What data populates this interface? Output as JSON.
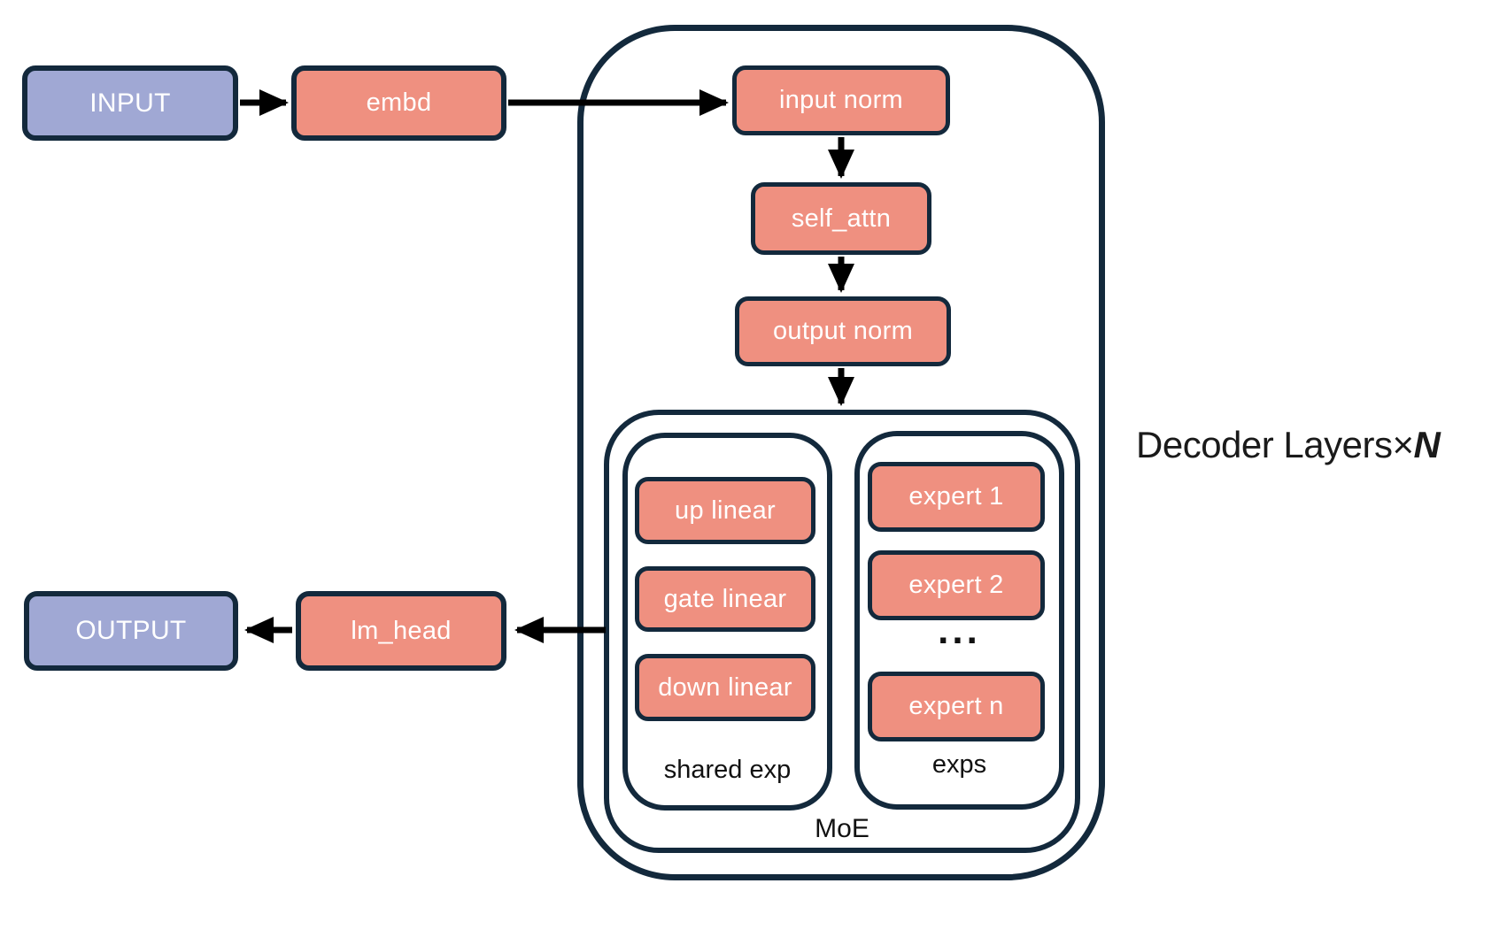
{
  "colors": {
    "background": "#ffffff",
    "io_box_fill": "#a0a8d4",
    "module_box_fill": "#ef9080",
    "outline": "#13293c",
    "arrow": "#000000",
    "box_text": "#ffffff",
    "label_text": "#111111"
  },
  "nodes": {
    "input": "INPUT",
    "embd": "embd",
    "input_norm": "input norm",
    "self_attn": "self_attn",
    "output_norm": "output norm",
    "up_linear": "up linear",
    "gate_linear": "gate linear",
    "down_linear": "down linear",
    "expert_1": "expert 1",
    "expert_2": "expert 2",
    "expert_ellipsis": "...",
    "expert_n": "expert n",
    "lm_head": "lm_head",
    "output": "OUTPUT"
  },
  "labels": {
    "shared_exp": "shared exp",
    "exps": "exps",
    "moe": "MoE",
    "decoder_layers_prefix": "Decoder Layers",
    "times": "×",
    "layer_count_symbol": "N"
  },
  "arrows": [
    {
      "from": "INPUT",
      "to": "embd"
    },
    {
      "from": "embd",
      "to": "input norm"
    },
    {
      "from": "input norm",
      "to": "self_attn"
    },
    {
      "from": "self_attn",
      "to": "output norm"
    },
    {
      "from": "output norm",
      "to": "MoE"
    },
    {
      "from": "MoE",
      "to": "lm_head"
    },
    {
      "from": "lm_head",
      "to": "OUTPUT"
    }
  ]
}
